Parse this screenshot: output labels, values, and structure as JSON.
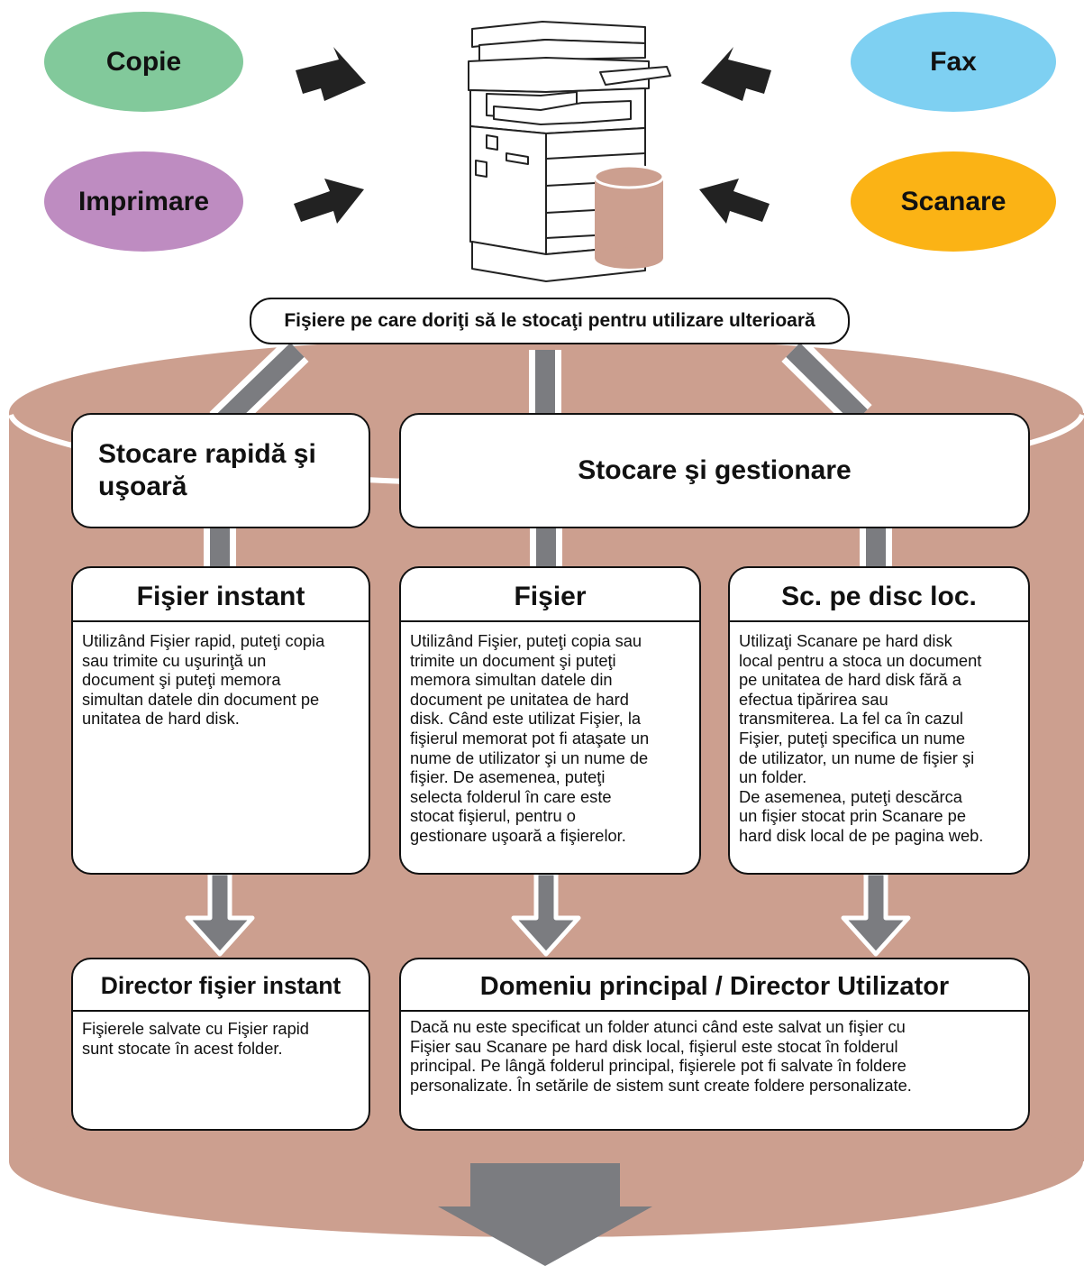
{
  "colors": {
    "copy": "#82c99b",
    "fax": "#7ed0f2",
    "print": "#be8cc1",
    "scan": "#fbb315",
    "cylinder": "#cc9f8f",
    "connector": "#7b7c80",
    "arrow": "#222222"
  },
  "icons": [
    "arrow-right-icon",
    "arrow-left-icon",
    "mfp-printer-icon",
    "database-icon",
    "down-arrow-icon"
  ],
  "sources": {
    "copy": "Copie",
    "print": "Imprimare",
    "fax": "Fax",
    "scan": "Scanare"
  },
  "caption": "Fişiere pe care doriţi să le stocaţi pentru utilizare ulterioară",
  "categories": {
    "quick": "Stocare rapidă şi\nuşoară",
    "manage": "Stocare şi gestionare"
  },
  "modes": {
    "quick_file": {
      "title": "Fişier instant",
      "text": "Utilizând Fişier rapid, puteţi copia\nsau trimite cu uşurinţă un\ndocument şi puteţi memora\nsimultan datele din document pe\nunitatea de hard disk."
    },
    "file": {
      "title": "Fişier",
      "text": "Utilizând Fişier, puteţi copia sau\ntrimite un document şi puteţi\nmemora simultan datele din\ndocument pe unitatea de hard\ndisk. Când este utilizat Fişier, la\nfişierul memorat pot fi ataşate un\nnume de utilizator şi un nume de\nfişier. De asemenea, puteţi\nselecta folderul în care este\nstocat fişierul, pentru o\ngestionare uşoară a fişierelor."
    },
    "scan_local": {
      "title": "Sc. pe disc loc.",
      "text": "Utilizaţi Scanare pe hard disk\nlocal pentru a stoca un document\npe unitatea de hard disk fără a\nefectua tipărirea sau\ntransmiterea. La fel ca în cazul\nFişier, puteţi specifica un nume\nde utilizator, un nume de fişier şi\nun folder.\nDe asemenea, puteţi descărca\nun fişier stocat prin Scanare pe\nhard disk local de pe pagina web."
    }
  },
  "folders": {
    "quick_folder": {
      "title": "Director fişier instant",
      "text": "Fişierele salvate cu Fişier rapid\nsunt stocate în acest folder."
    },
    "main_folder": {
      "title": "Domeniu principal / Director Utilizator",
      "text": "Dacă nu este specificat un folder atunci când este salvat un fişier cu\nFişier sau Scanare pe hard disk local, fişierul este stocat în folderul\nprincipal. Pe lângă folderul principal, fişierele pot fi salvate în foldere\npersonalizate. În setările de sistem sunt create foldere personalizate."
    }
  }
}
